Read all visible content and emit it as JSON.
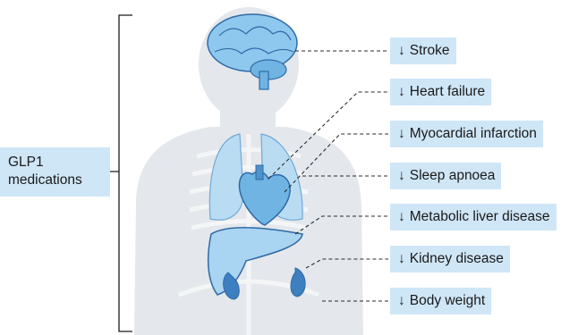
{
  "drug": {
    "line1": "GLP1",
    "line2": "medications"
  },
  "effect_arrow": "↓",
  "effects": [
    {
      "id": "stroke",
      "label": "Stroke"
    },
    {
      "id": "heart-failure",
      "label": "Heart failure"
    },
    {
      "id": "myocardial-infarction",
      "label": "Myocardial infarction"
    },
    {
      "id": "sleep-apnoea",
      "label": "Sleep apnoea"
    },
    {
      "id": "metabolic-liver-disease",
      "label": "Metabolic liver disease"
    },
    {
      "id": "kidney-disease",
      "label": "Kidney disease"
    },
    {
      "id": "body-weight",
      "label": "Body weight"
    }
  ],
  "colors": {
    "label_bg": "#cfe6f7",
    "body_silhouette": "#e3e6ea",
    "skeleton": "#f1f3f5",
    "organ_light": "#9dd0f0",
    "organ_mid": "#6fb4e3",
    "organ_dark": "#3d7fbf",
    "organ_outline": "#2f6aa6"
  }
}
